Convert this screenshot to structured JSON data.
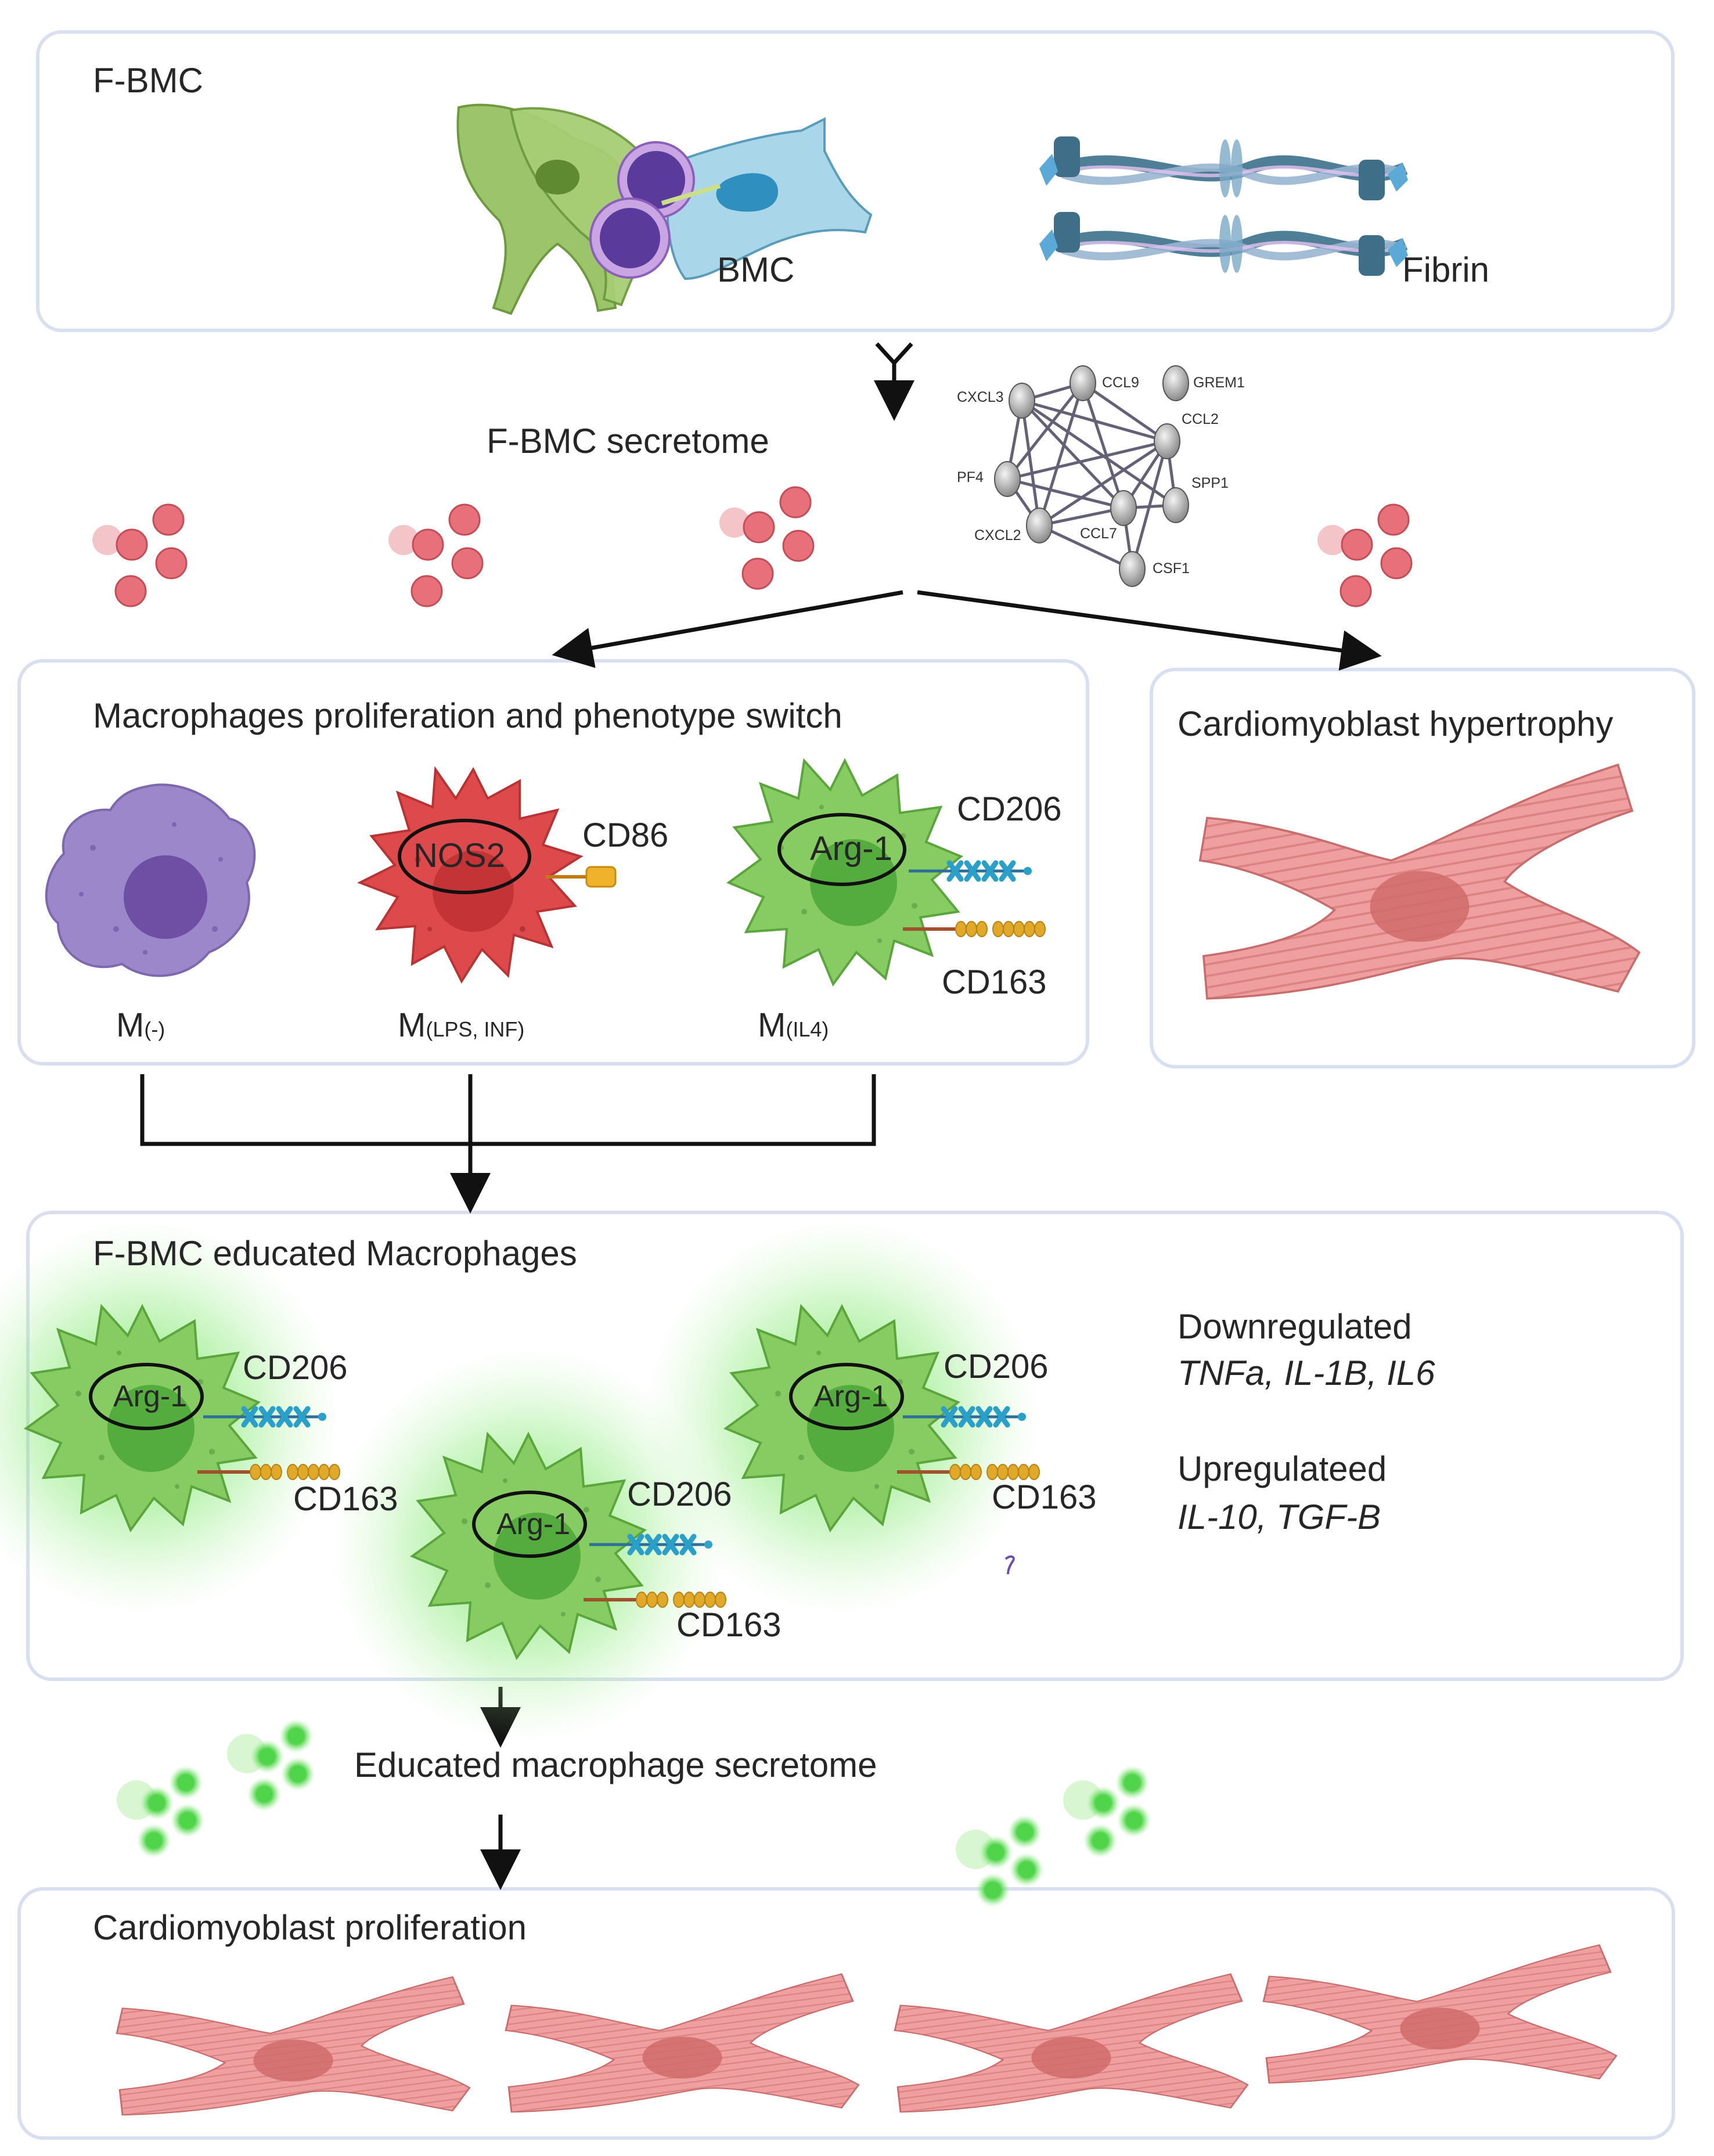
{
  "top_panel": {
    "title": "F-BMC",
    "bmc_label": "BMC",
    "fibrin_label": "Fibrin"
  },
  "secretome": {
    "title": "F-BMC secretome"
  },
  "network": {
    "nodes": [
      "CXCL3",
      "CCL9",
      "GREM1",
      "CCL2",
      "PF4",
      "SPP1",
      "CXCL2",
      "CCL7",
      "CSF1"
    ]
  },
  "macrophage_panel": {
    "title": "Macrophages proliferation and phenotype switch",
    "m0": {
      "base": "M",
      "sub": "(-)"
    },
    "m1": {
      "base": "M",
      "sub": "(LPS, INF)",
      "marker": "NOS2",
      "receptor": "CD86"
    },
    "m2": {
      "base": "M",
      "sub": "(IL4)",
      "marker": "Arg-1",
      "receptor_top": "CD206",
      "receptor_bottom": "CD163"
    }
  },
  "hypertrophy_panel": {
    "title": "Cardiomyoblast hypertrophy"
  },
  "educated_panel": {
    "title": "F-BMC educated Macrophages",
    "cell_marker": "Arg-1",
    "receptor_top": "CD206",
    "receptor_bottom": "CD163",
    "down_title": "Downregulated",
    "down_genes": "TNFa, IL-1B, IL6",
    "up_title": "Upregulateed",
    "up_genes": "IL-10, TGF-B"
  },
  "educated_secretome": {
    "title": "Educated macrophage secretome"
  },
  "proliferation_panel": {
    "title": "Cardiomyoblast proliferation"
  },
  "colors": {
    "panel_border": "#d8dff0",
    "m0": "#9b87c9",
    "m1": "#de4a4c",
    "m2": "#7cc45c",
    "secretome_red": "#e8707a",
    "secretome_green": "#4fd44a",
    "cardiomyocyte": "#ec9a9a"
  }
}
